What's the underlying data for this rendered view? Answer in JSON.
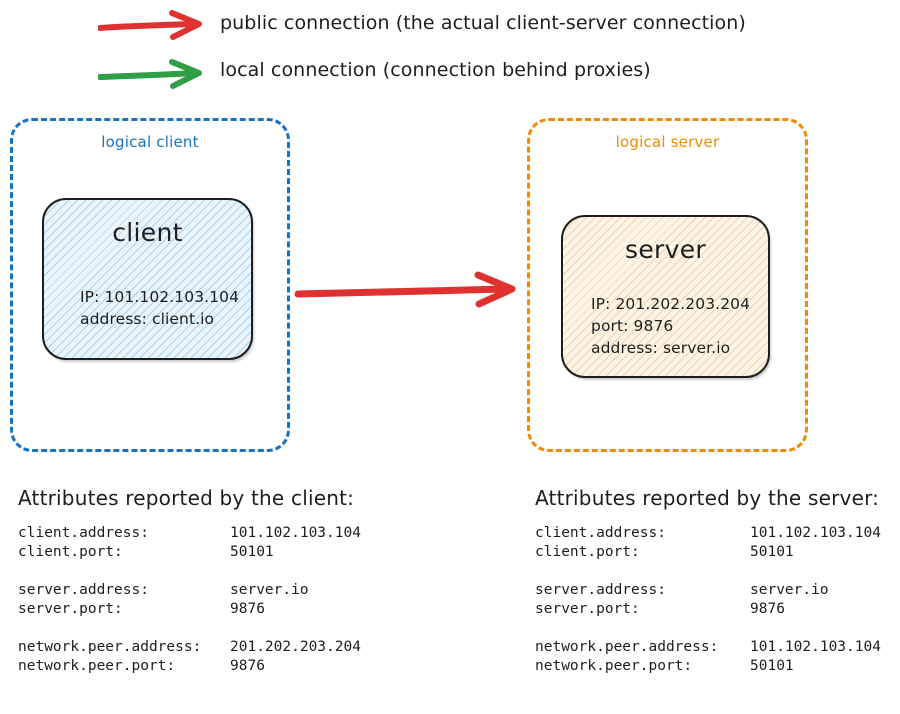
{
  "legend": {
    "rows": [
      {
        "icon": "red-arrow-icon",
        "color": "#e03131",
        "label": "public connection (the actual client-server connection)"
      },
      {
        "icon": "green-arrow-icon",
        "color": "#2f9e44",
        "label": "local connection (connection behind proxies)"
      }
    ]
  },
  "diagram": {
    "connection_arrow": {
      "icon": "red-arrow-icon",
      "color": "#e03131"
    },
    "client_group": {
      "label": "logical client",
      "border_color": "#1971c2",
      "node": {
        "title": "client",
        "lines": [
          "IP: 101.102.103.104",
          "address: client.io"
        ],
        "fill_color": "#eaf4fc"
      }
    },
    "server_group": {
      "label": "logical server",
      "border_color": "#f08c00",
      "node": {
        "title": "server",
        "lines": [
          "IP: 201.202.203.204",
          "port: 9876",
          "address: server.io"
        ],
        "fill_color": "#fdf5e9"
      }
    }
  },
  "attributes": {
    "client_panel": {
      "heading": "Attributes reported by the client:",
      "groups": [
        [
          {
            "key": "client.address:",
            "value": "101.102.103.104"
          },
          {
            "key": "client.port:",
            "value": "50101"
          }
        ],
        [
          {
            "key": "server.address:",
            "value": "server.io"
          },
          {
            "key": "server.port:",
            "value": "9876"
          }
        ],
        [
          {
            "key": "network.peer.address:",
            "value": "201.202.203.204"
          },
          {
            "key": "network.peer.port:",
            "value": "9876"
          }
        ]
      ]
    },
    "server_panel": {
      "heading": "Attributes reported by the server:",
      "groups": [
        [
          {
            "key": "client.address:",
            "value": "101.102.103.104"
          },
          {
            "key": "client.port:",
            "value": "50101"
          }
        ],
        [
          {
            "key": "server.address:",
            "value": "server.io"
          },
          {
            "key": "server.port:",
            "value": "9876"
          }
        ],
        [
          {
            "key": "network.peer.address:",
            "value": "101.102.103.104"
          },
          {
            "key": "network.peer.port:",
            "value": "50101"
          }
        ]
      ]
    }
  }
}
